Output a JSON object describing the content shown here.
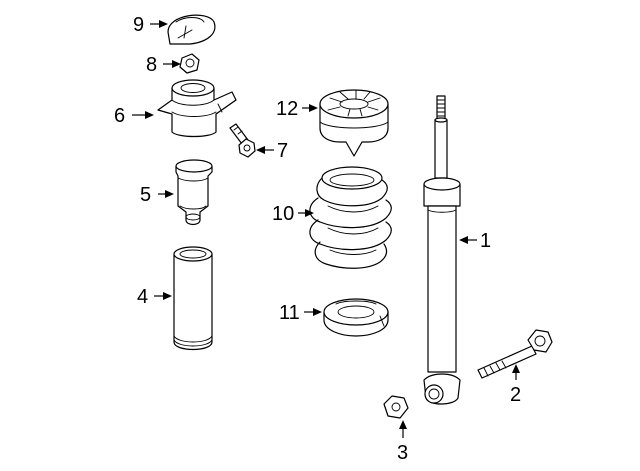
{
  "callouts": {
    "c1": "1",
    "c2": "2",
    "c3": "3",
    "c4": "4",
    "c5": "5",
    "c6": "6",
    "c7": "7",
    "c8": "8",
    "c9": "9",
    "c10": "10",
    "c11": "11",
    "c12": "12"
  },
  "colors": {
    "line": "#000000",
    "fill": "#ffffff"
  }
}
